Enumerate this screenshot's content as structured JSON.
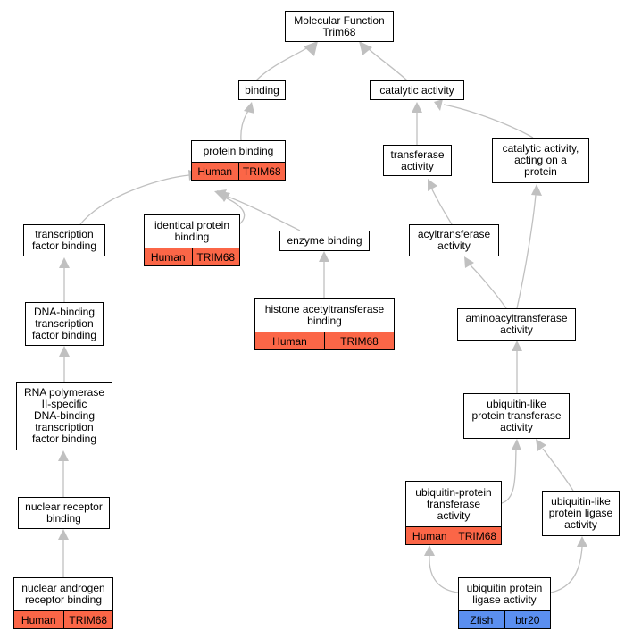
{
  "colors": {
    "human": "#fb6647",
    "zfish": "#5b8ff0",
    "edge": "#c0c0c0"
  },
  "nodes": {
    "mf": {
      "label": "Molecular Function\nTrim68"
    },
    "bind": {
      "label": "binding"
    },
    "cat": {
      "label": "catalytic activity"
    },
    "pb": {
      "label": "protein binding",
      "tags": [
        "Human",
        "TRIM68"
      ]
    },
    "trans": {
      "label": "transferase\nactivity"
    },
    "catp": {
      "label": "catalytic activity,\nacting on a\nprotein"
    },
    "tfb": {
      "label": "transcription\nfactor binding"
    },
    "ipb": {
      "label": "identical protein\nbinding",
      "tags": [
        "Human",
        "TRIM68"
      ]
    },
    "enz": {
      "label": "enzyme binding"
    },
    "acyl": {
      "label": "acyltransferase\nactivity"
    },
    "dna": {
      "label": "DNA-binding\ntranscription\nfactor binding"
    },
    "hat": {
      "label": "histone acetyltransferase\nbinding",
      "tags": [
        "Human",
        "TRIM68"
      ]
    },
    "amino": {
      "label": "aminoacyltransferase\nactivity"
    },
    "rna": {
      "label": "RNA polymerase\nII-specific\nDNA-binding\ntranscription\nfactor binding"
    },
    "ublt": {
      "label": "ubiquitin-like\nprotein transferase\nactivity"
    },
    "nrb": {
      "label": "nuclear receptor\nbinding"
    },
    "uppt": {
      "label": "ubiquitin-protein\ntransferase\nactivity",
      "tags": [
        "Human",
        "TRIM68"
      ]
    },
    "ubll": {
      "label": "ubiquitin-like\nprotein ligase\nactivity"
    },
    "narb": {
      "label": "nuclear androgen\nreceptor binding",
      "tags": [
        "Human",
        "TRIM68"
      ]
    },
    "upl": {
      "label": "ubiquitin protein\nligase activity",
      "tags": [
        "Zfish",
        "btr20"
      ]
    }
  }
}
